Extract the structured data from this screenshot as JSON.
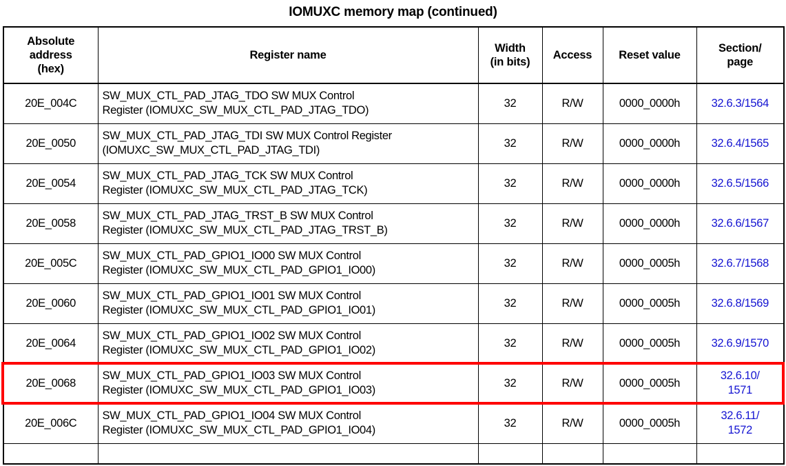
{
  "title": "IOMUXC memory map (continued)",
  "table": {
    "headers": {
      "address": "Absolute\naddress\n(hex)",
      "address_line1": "Absolute",
      "address_line2": "address",
      "address_line3": "(hex)",
      "register_name": "Register name",
      "width_line1": "Width",
      "width_line2": "(in bits)",
      "access": "Access",
      "reset_value": "Reset value",
      "section_line1": "Section/",
      "section_line2": "page"
    },
    "rows": [
      {
        "address": "20E_004C",
        "name_line1": "SW_MUX_CTL_PAD_JTAG_TDO SW MUX Control",
        "name_line2": "Register (IOMUXC_SW_MUX_CTL_PAD_JTAG_TDO)",
        "width": "32",
        "access": "R/W",
        "reset": "0000_0000h",
        "section_line1": "32.6.3/1564",
        "section_line2": "",
        "highlighted": false
      },
      {
        "address": "20E_0050",
        "name_line1": "SW_MUX_CTL_PAD_JTAG_TDI SW MUX Control Register",
        "name_line2": "(IOMUXC_SW_MUX_CTL_PAD_JTAG_TDI)",
        "width": "32",
        "access": "R/W",
        "reset": "0000_0000h",
        "section_line1": "32.6.4/1565",
        "section_line2": "",
        "highlighted": false
      },
      {
        "address": "20E_0054",
        "name_line1": "SW_MUX_CTL_PAD_JTAG_TCK SW MUX Control",
        "name_line2": "Register (IOMUXC_SW_MUX_CTL_PAD_JTAG_TCK)",
        "width": "32",
        "access": "R/W",
        "reset": "0000_0000h",
        "section_line1": "32.6.5/1566",
        "section_line2": "",
        "highlighted": false
      },
      {
        "address": "20E_0058",
        "name_line1": "SW_MUX_CTL_PAD_JTAG_TRST_B SW MUX Control",
        "name_line2": "Register (IOMUXC_SW_MUX_CTL_PAD_JTAG_TRST_B)",
        "width": "32",
        "access": "R/W",
        "reset": "0000_0000h",
        "section_line1": "32.6.6/1567",
        "section_line2": "",
        "highlighted": false
      },
      {
        "address": "20E_005C",
        "name_line1": "SW_MUX_CTL_PAD_GPIO1_IO00 SW MUX Control",
        "name_line2": "Register (IOMUXC_SW_MUX_CTL_PAD_GPIO1_IO00)",
        "width": "32",
        "access": "R/W",
        "reset": "0000_0005h",
        "section_line1": "32.6.7/1568",
        "section_line2": "",
        "highlighted": false
      },
      {
        "address": "20E_0060",
        "name_line1": "SW_MUX_CTL_PAD_GPIO1_IO01 SW MUX Control",
        "name_line2": "Register (IOMUXC_SW_MUX_CTL_PAD_GPIO1_IO01)",
        "width": "32",
        "access": "R/W",
        "reset": "0000_0005h",
        "section_line1": "32.6.8/1569",
        "section_line2": "",
        "highlighted": false
      },
      {
        "address": "20E_0064",
        "name_line1": "SW_MUX_CTL_PAD_GPIO1_IO02 SW MUX Control",
        "name_line2": "Register (IOMUXC_SW_MUX_CTL_PAD_GPIO1_IO02)",
        "width": "32",
        "access": "R/W",
        "reset": "0000_0005h",
        "section_line1": "32.6.9/1570",
        "section_line2": "",
        "highlighted": false
      },
      {
        "address": "20E_0068",
        "name_line1": "SW_MUX_CTL_PAD_GPIO1_IO03 SW MUX Control",
        "name_line2": "Register (IOMUXC_SW_MUX_CTL_PAD_GPIO1_IO03)",
        "width": "32",
        "access": "R/W",
        "reset": "0000_0005h",
        "section_line1": "32.6.10/",
        "section_line2": "1571",
        "highlighted": true
      },
      {
        "address": "20E_006C",
        "name_line1": "SW_MUX_CTL_PAD_GPIO1_IO04 SW MUX Control",
        "name_line2": "Register (IOMUXC_SW_MUX_CTL_PAD_GPIO1_IO04)",
        "width": "32",
        "access": "R/W",
        "reset": "0000_0005h",
        "section_line1": "32.6.11/",
        "section_line2": "1572",
        "highlighted": false
      }
    ]
  },
  "highlight": {
    "color": "#ff0000",
    "target_address": "20E_0068"
  },
  "link_color": "#1414d2"
}
